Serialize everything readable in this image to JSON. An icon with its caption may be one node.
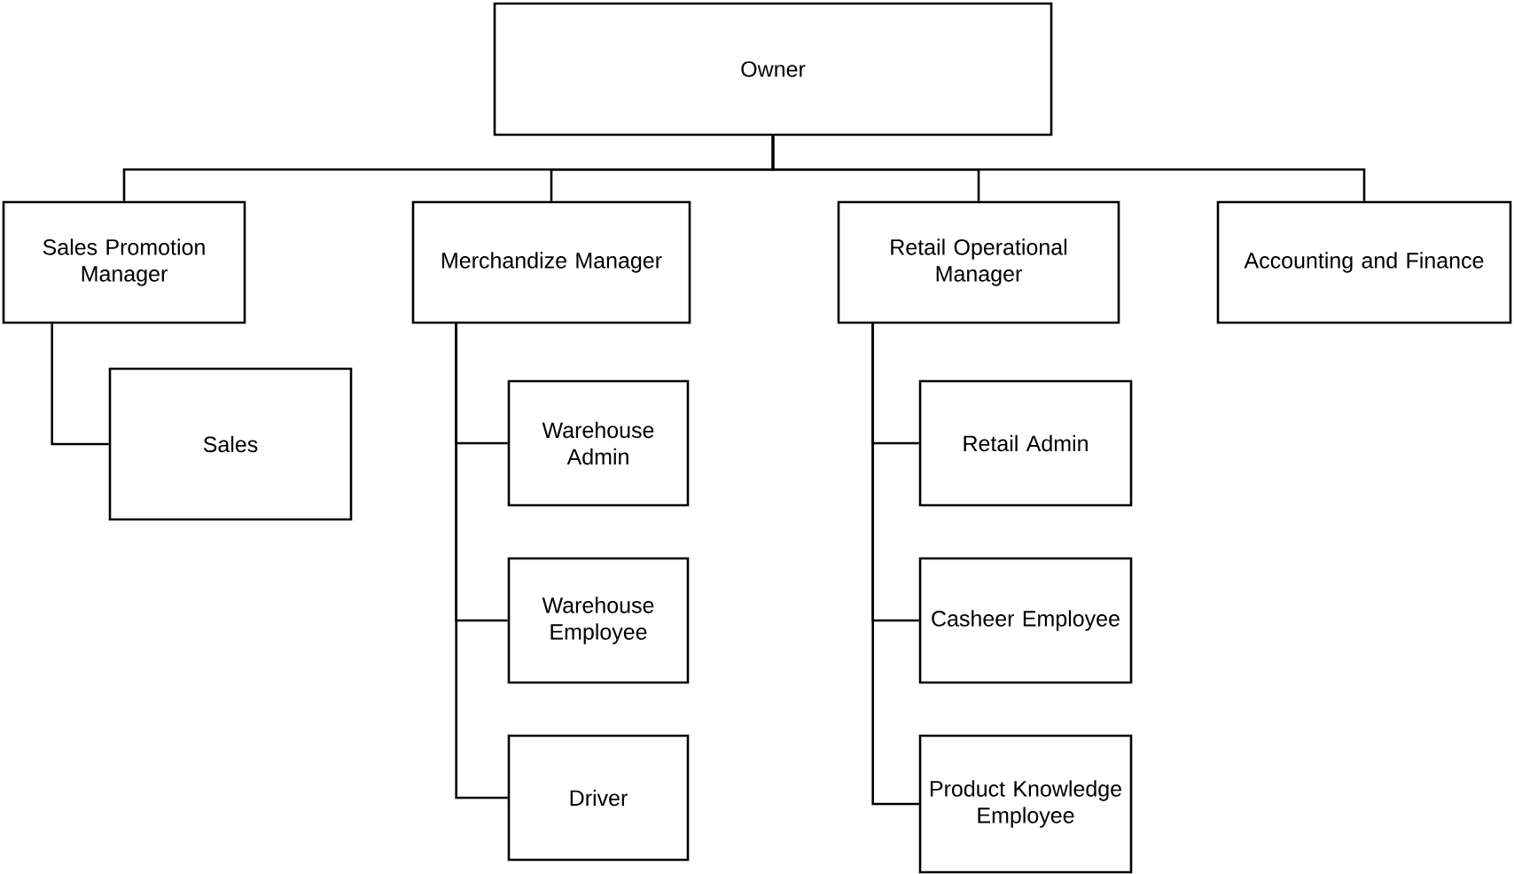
{
  "diagram": {
    "nodes": [
      {
        "text": [
          "Owner"
        ]
      },
      {
        "text": [
          "Sales Promotion Manager"
        ]
      },
      {
        "text": [
          "Merchandize Manager"
        ]
      },
      {
        "text": [
          "Retail Operational Manager"
        ]
      },
      {
        "text": [
          "Accounting and Finance"
        ]
      },
      {
        "text": [
          "Sales"
        ]
      },
      {
        "text": [
          "Warehouse Admin"
        ]
      },
      {
        "text": [
          "Warehouse Employee"
        ]
      },
      {
        "text": [
          "Driver"
        ]
      },
      {
        "text": [
          "Retail Admin"
        ]
      },
      {
        "text": [
          "Casheer Employee"
        ]
      },
      {
        "text": [
          "Product Knowledge Employee"
        ]
      }
    ],
    "edges": [
      {
        "from": 0,
        "to": 1,
        "arrow": "none"
      },
      {
        "from": 0,
        "to": 2,
        "arrow": "none"
      },
      {
        "from": 0,
        "to": 3,
        "arrow": "none"
      },
      {
        "from": 0,
        "to": 4,
        "arrow": "none"
      },
      {
        "from": 1,
        "to": 5,
        "arrow": "none"
      },
      {
        "from": 2,
        "to": 6,
        "arrow": "none"
      },
      {
        "from": 2,
        "to": 7,
        "arrow": "none"
      },
      {
        "from": 2,
        "to": 8,
        "arrow": "none"
      },
      {
        "from": 3,
        "to": 9,
        "arrow": "none"
      },
      {
        "from": 3,
        "to": 10,
        "arrow": "none"
      },
      {
        "from": 3,
        "to": 11,
        "arrow": "none"
      }
    ]
  }
}
